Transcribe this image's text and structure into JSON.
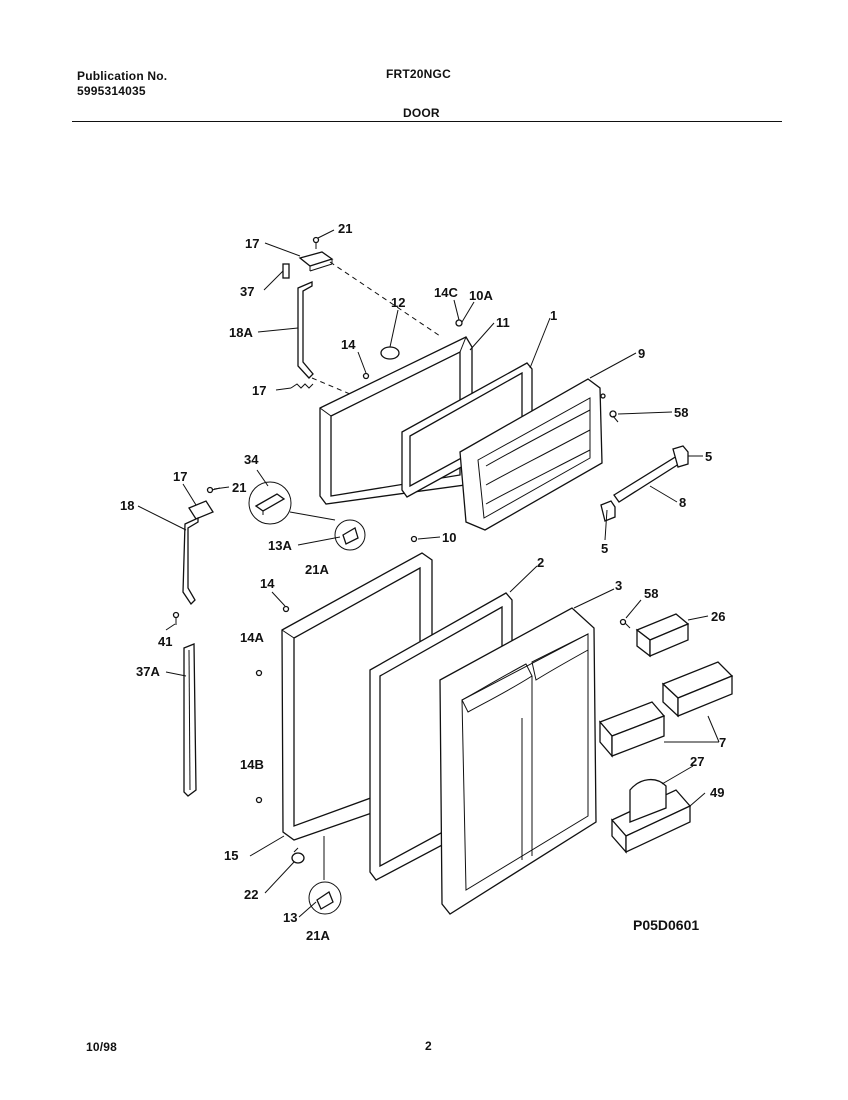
{
  "header": {
    "publication_label": "Publication No.",
    "publication_number": "5995314035",
    "model": "FRT20NGC",
    "section": "DOOR"
  },
  "footer": {
    "date": "10/98",
    "page": "2"
  },
  "diagram": {
    "code": "P05D0601",
    "callouts": [
      "21",
      "17",
      "37",
      "18A",
      "17",
      "12",
      "14",
      "14C",
      "10A",
      "11",
      "1",
      "9",
      "58",
      "5",
      "8",
      "5",
      "34",
      "17",
      "21",
      "18",
      "13A",
      "21A",
      "10",
      "14",
      "2",
      "3",
      "58",
      "26",
      "41",
      "37A",
      "14A",
      "7",
      "14B",
      "27",
      "49",
      "15",
      "22",
      "13",
      "21A"
    ]
  }
}
